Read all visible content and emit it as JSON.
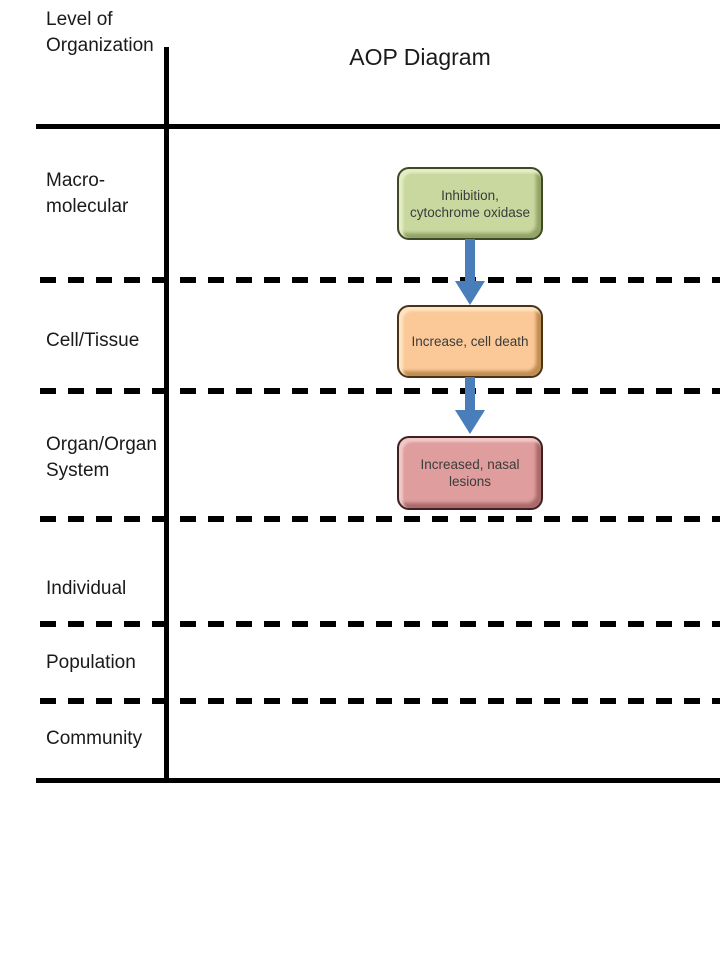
{
  "title": "AOP Diagram",
  "axis": {
    "label": "Level of Organization"
  },
  "levels": [
    {
      "label": "Macro-molecular"
    },
    {
      "label": "Cell/Tissue"
    },
    {
      "label": "Organ/Organ System"
    },
    {
      "label": "Individual"
    },
    {
      "label": "Population"
    },
    {
      "label": "Community"
    }
  ],
  "nodes": [
    {
      "label": "Inhibition, cytochrome oxidase",
      "level": "Macro-molecular",
      "fill": "#c9d89e",
      "border": "#3f4a24"
    },
    {
      "label": "Increase, cell death",
      "level": "Cell/Tissue",
      "fill": "#fbc998",
      "border": "#4a3415"
    },
    {
      "label": "Increased, nasal lesions",
      "level": "Organ/Organ System",
      "fill": "#df9d9d",
      "border": "#432020"
    }
  ],
  "arrows": [
    {
      "from": "Inhibition, cytochrome oxidase",
      "to": "Increase, cell death",
      "color": "#4a7ebb"
    },
    {
      "from": "Increase, cell death",
      "to": "Increased, nasal lesions",
      "color": "#4a7ebb"
    }
  ]
}
